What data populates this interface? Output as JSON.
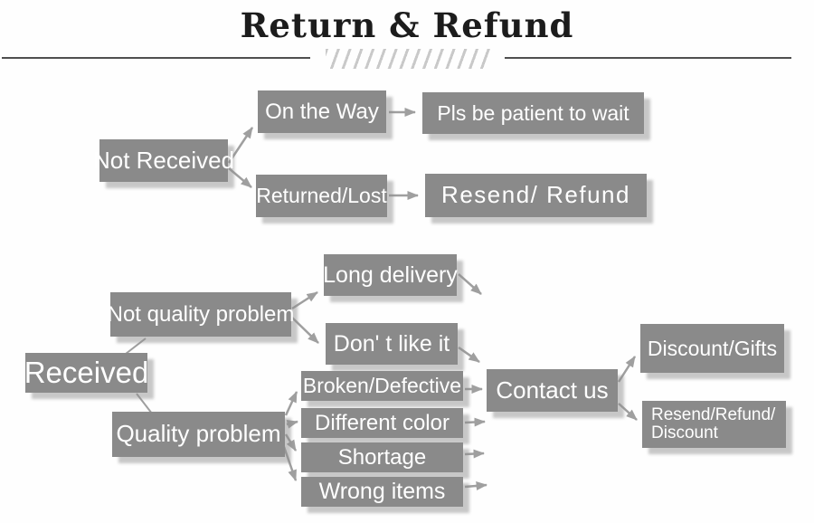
{
  "title": "Return & Refund",
  "nodes": {
    "not_received": "Not Received",
    "on_the_way": "On the Way",
    "pls_be_patient": "Pls be patient to wait",
    "returned_lost": "Returned/Lost",
    "resend_refund": "Resend/ Refund",
    "received": "Received",
    "not_quality_problem": "Not quality problem",
    "long_delivery": "Long delivery",
    "dont_like_it": "Don' t like it",
    "quality_problem": "Quality problem",
    "broken_defective": "Broken/Defective",
    "different_color": "Different color",
    "shortage": "Shortage",
    "wrong_items": "Wrong items",
    "contact_us": "Contact us",
    "discount_gifts": "Discount/Gifts",
    "resend_refund_discount_line1": "Resend/Refund/",
    "resend_refund_discount_line2": "Discount"
  },
  "colors": {
    "background": "#fefefe",
    "node_fill": "#8a8a8a",
    "node_text": "#ffffff",
    "arrow": "#9f9f9f",
    "title_text": "#1c1c1c",
    "rule_line": "#4f4f4f",
    "hatch": "#c9c9c9"
  }
}
